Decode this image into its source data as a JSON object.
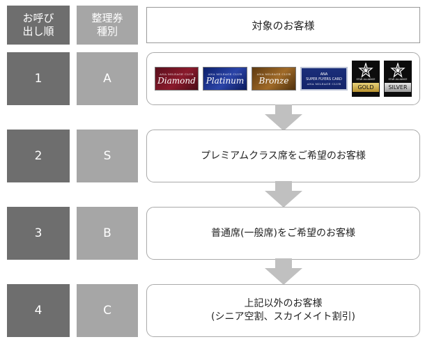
{
  "header": {
    "order_line1": "お呼び",
    "order_line2": "出し順",
    "ticket_line1": "整理券",
    "ticket_line2": "種別",
    "target": "対象のお客様"
  },
  "rows": [
    {
      "order": "1",
      "type": "A"
    },
    {
      "order": "2",
      "type": "S",
      "text": "プレミアムクラス席をご希望のお客様"
    },
    {
      "order": "3",
      "type": "B",
      "text": "普通席(一般席)をご希望のお客様"
    },
    {
      "order": "4",
      "type": "C",
      "line1": "上記以外のお客様",
      "line2": "(シニア空割、スカイメイト割引)"
    }
  ],
  "cards": {
    "diamond": {
      "brand": "ANA MILEAGE CLUB",
      "name": "Diamond",
      "color": "#8a1a2c"
    },
    "platinum": {
      "brand": "ANA MILEAGE CLUB",
      "name": "Platinum",
      "color": "#2b44a8"
    },
    "bronze": {
      "brand": "ANA MILEAGE CLUB",
      "name": "Bronze",
      "color": "#a06a28"
    },
    "sfc": {
      "brand": "ANA",
      "name": "SUPER FLYERS CARD",
      "sub": "ANA MILEAGE CLUB",
      "color": "#14246a"
    },
    "star_gold": {
      "brand": "STAR ALLIANCE",
      "level": "GOLD",
      "icon": "star-alliance-icon"
    },
    "star_silver": {
      "brand": "STAR ALLIANCE",
      "level": "SILVER",
      "icon": "star-alliance-icon"
    }
  },
  "colors": {
    "order_bg": "#6e6e6e",
    "ticket_bg": "#a6a6a6",
    "border": "#a9a9a9",
    "arrow": "#c0c0c0"
  }
}
